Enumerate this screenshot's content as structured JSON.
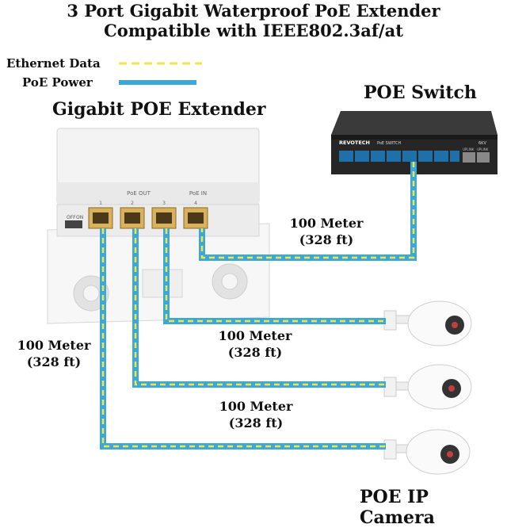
{
  "title": {
    "line1": "3 Port Gigabit Waterproof PoE Extender",
    "line2": "Compatible with IEEE802.3af/at"
  },
  "legend": {
    "ethernet": "Ethernet Data",
    "poe": "PoE Power"
  },
  "labels": {
    "extender": "Gigabit POE Extender",
    "switch": "POE Switch",
    "camera": "POE IP Camera"
  },
  "extender_panel": {
    "poe_out": "PoE OUT",
    "poe_in": "PoE IN",
    "off": "OFF",
    "on": "ON",
    "ports": [
      "1",
      "2",
      "3",
      "4"
    ]
  },
  "switch_panel": {
    "brand": "REVOTECH",
    "model": "PoE SWITCH",
    "badge": "6KV",
    "uplink1": "UPLINK",
    "uplink2": "UPLINK"
  },
  "distances": [
    {
      "line1": "100 Meter",
      "line2": "(328 ft)"
    },
    {
      "line1": "100 Meter",
      "line2": "(328 ft)"
    },
    {
      "line1": "100 Meter",
      "line2": "(328 ft)"
    },
    {
      "line1": "100 Meter",
      "line2": "(328 ft)"
    }
  ],
  "colors": {
    "ethernet": "#f5e34a",
    "poe": "#3aa8d8",
    "switch_body": "#2a2a2a",
    "extender_body": "#f4f4f4"
  }
}
